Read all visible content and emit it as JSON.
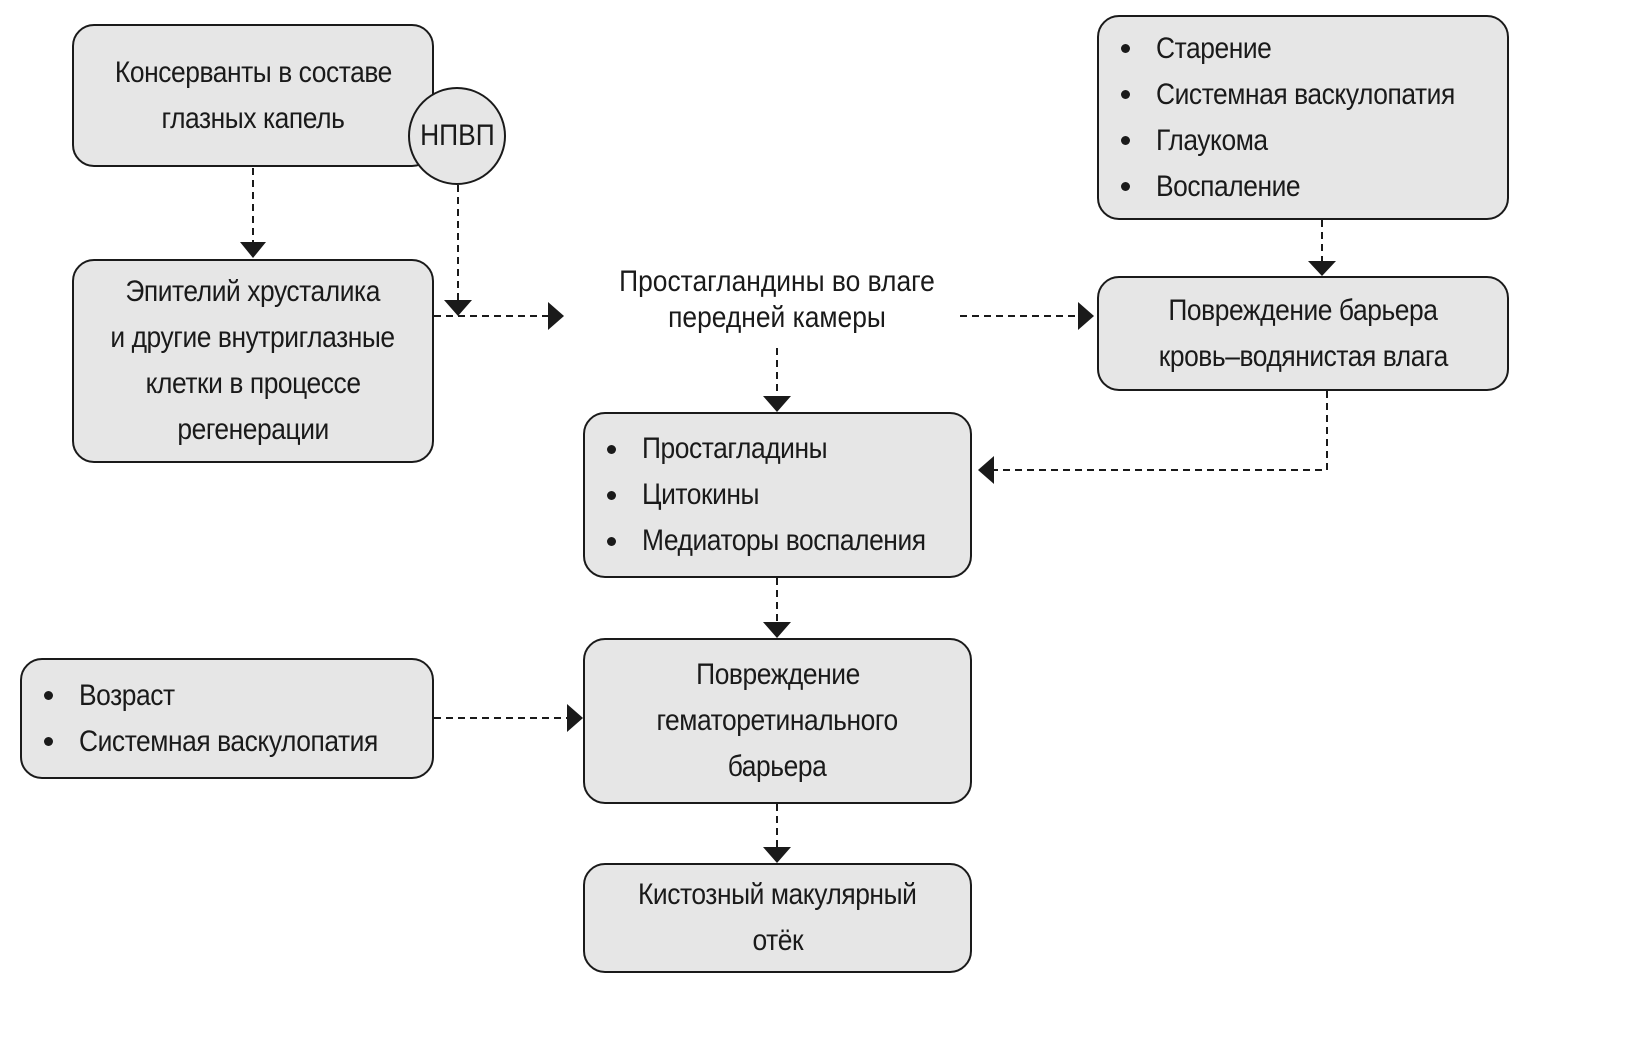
{
  "diagram": {
    "type": "flowchart",
    "nodes": {
      "preservatives": {
        "lines": [
          "Консерванты в составе",
          "глазных капель"
        ]
      },
      "nsaid": {
        "label": "НПВП"
      },
      "lens_epithelium": {
        "lines": [
          "Эпителий хрусталика",
          "и другие внутриглазные",
          "клетки в процессе",
          "регенерации"
        ]
      },
      "aqueous_prostaglandins": {
        "lines": [
          "Простагландины во влаге",
          "передней камеры"
        ]
      },
      "risk_factors_top": {
        "items": [
          "Старение",
          "Системная васкулопатия",
          "Глаукома",
          "Воспаление"
        ]
      },
      "blood_aqueous_barrier": {
        "lines": [
          "Повреждение барьера",
          "кровь–водянистая влага"
        ]
      },
      "mediators": {
        "items": [
          "Простагладины",
          "Цитокины",
          "Медиаторы воспаления"
        ]
      },
      "risk_factors_left": {
        "items": [
          "Возраст",
          "Системная васкулопатия"
        ]
      },
      "blood_retinal_barrier": {
        "lines": [
          "Повреждение",
          "гематоретинального",
          "барьера"
        ]
      },
      "cme": {
        "lines": [
          "Кистозный макулярный",
          "отёк"
        ]
      }
    },
    "edges": [
      {
        "from": "preservatives",
        "to": "lens_epithelium",
        "style": "dashed"
      },
      {
        "from": "nsaid",
        "to": "lens_epithelium-output",
        "style": "dashed"
      },
      {
        "from": "lens_epithelium",
        "to": "aqueous_prostaglandins",
        "style": "dashed"
      },
      {
        "from": "aqueous_prostaglandins",
        "to": "blood_aqueous_barrier",
        "style": "dashed"
      },
      {
        "from": "risk_factors_top",
        "to": "blood_aqueous_barrier",
        "style": "dashed"
      },
      {
        "from": "aqueous_prostaglandins",
        "to": "mediators",
        "style": "dashed"
      },
      {
        "from": "blood_aqueous_barrier",
        "to": "mediators",
        "style": "dashed"
      },
      {
        "from": "mediators",
        "to": "blood_retinal_barrier",
        "style": "dashed"
      },
      {
        "from": "risk_factors_left",
        "to": "blood_retinal_barrier",
        "style": "dashed"
      },
      {
        "from": "blood_retinal_barrier",
        "to": "cme",
        "style": "dashed"
      }
    ]
  },
  "colors": {
    "box_fill": "#e6e6e6",
    "stroke": "#1a1a1a",
    "background": "#ffffff"
  }
}
